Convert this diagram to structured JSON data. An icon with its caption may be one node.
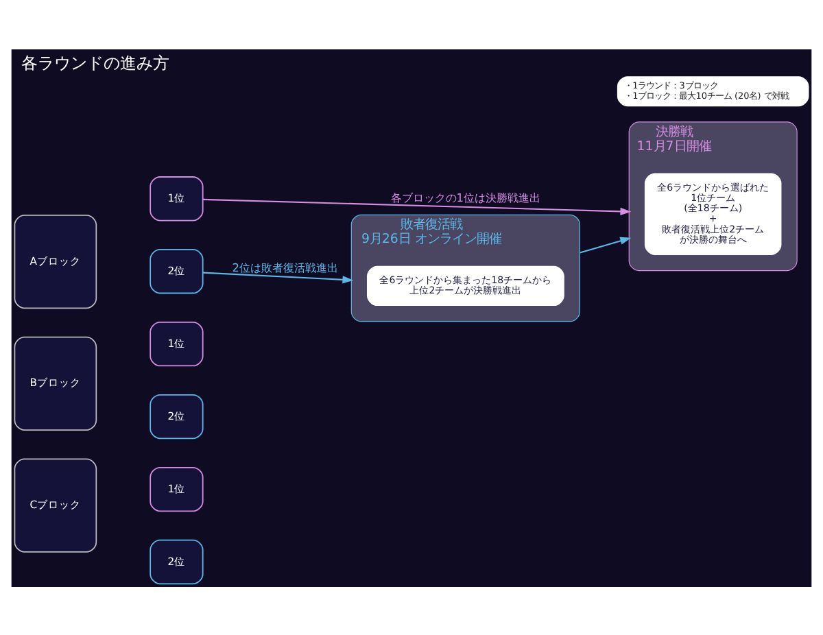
{
  "diagram": {
    "title": "各ラウンドの進み方",
    "nodes": [
      {
        "text": [
          "Aブロック"
        ]
      },
      {
        "text": [
          "1位"
        ]
      },
      {
        "text": [
          "2位"
        ]
      },
      {
        "text": [
          "Bブロック"
        ]
      },
      {
        "text": [
          "1位"
        ]
      },
      {
        "text": [
          "2位"
        ]
      },
      {
        "text": [
          "Cブロック"
        ]
      },
      {
        "text": [
          "1位"
        ]
      },
      {
        "text": [
          "2位"
        ]
      },
      {
        "text": [
          "敗者復活戦",
          "9月26日 オンライン開催"
        ]
      },
      {
        "text": [
          "全6ラウンドから集まった18チームから",
          "上位2チームが決勝戦進出"
        ],
        "in": 9
      },
      {
        "text": [
          "決勝戦",
          "11月7日開催"
        ]
      },
      {
        "text": [
          "全6ラウンドから選ばれた",
          "1位チーム",
          "(全18チーム)",
          "+",
          "敗者復活戦上位2チーム",
          "が決勝の舞台へ"
        ],
        "in": 11
      }
    ],
    "edges": [
      {
        "from": 1,
        "to": 11,
        "arrow": "to",
        "label": "各ブロックの1位は決勝戦進出",
        "color": "#d58ee0"
      },
      {
        "from": 2,
        "to": 9,
        "arrow": "to",
        "label": "2位は敗者復活戦進出"
      },
      {
        "from": 9,
        "to": 11,
        "arrow": "to"
      }
    ],
    "labels": [
      "・1ラウンド：3ブロック",
      "・1ブロック：最大10チーム (20名) で対戦"
    ]
  }
}
